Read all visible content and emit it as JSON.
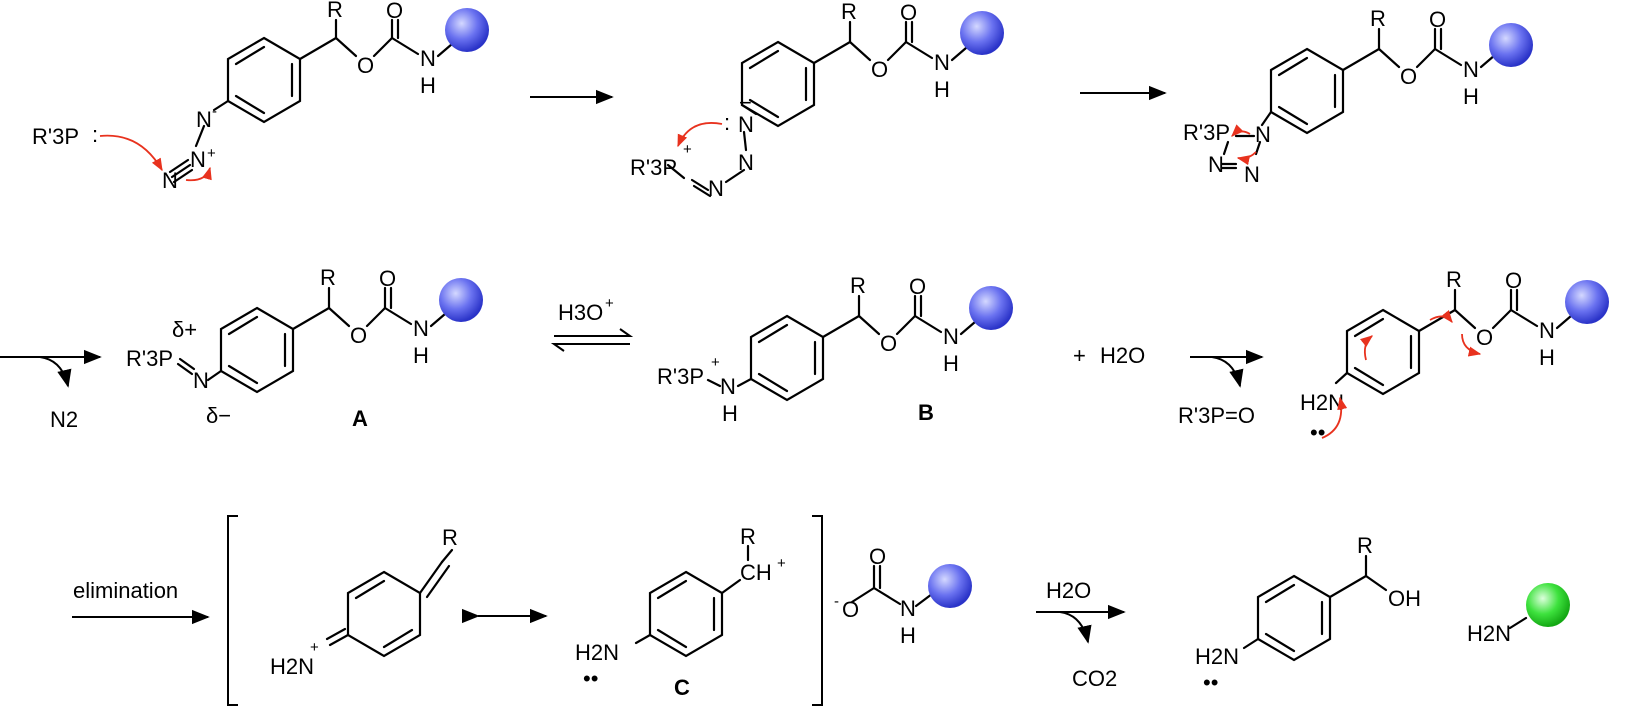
{
  "colors": {
    "bead_blue": "#4f58e8",
    "bead_green": "#33d633",
    "curly_arrow": "#e8321e",
    "ink": "#000000"
  },
  "glyphs": {
    "R": "R",
    "O": "O",
    "N": "N",
    "H": "H",
    "P": "P",
    "plus": "+",
    "minus": "−",
    "neg": "-",
    "prime3": "'3",
    "lone_pair": ":",
    "dots": "••",
    "delta_plus": "δ+",
    "delta_minus": "δ−",
    "two": "2"
  },
  "reagents": {
    "phosphine": "R'3P",
    "h3o": "H3O",
    "plus_sign": "+",
    "h2o": "H2O",
    "phosphine_oxide": "R'3P=O",
    "n2": "N2",
    "co2": "CO2",
    "ch_plus": "CH",
    "h2n": "H2N",
    "oh": "OH",
    "nh": "NH"
  },
  "steps": {
    "elimination": "elimination"
  },
  "labels": {
    "A": "A",
    "B": "B",
    "C": "C"
  }
}
